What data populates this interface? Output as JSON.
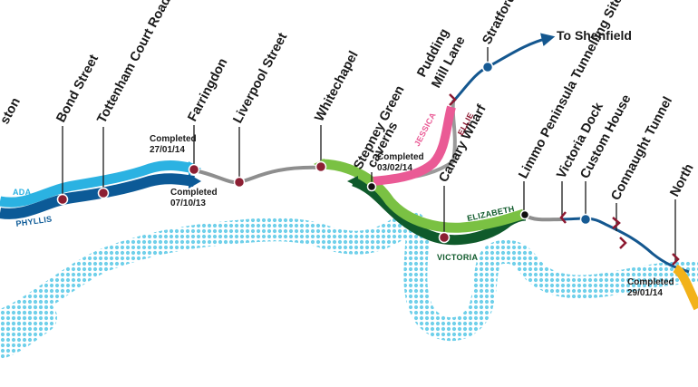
{
  "colors": {
    "river": "#6fd0ea",
    "ada": "#2bb2e2",
    "phyllis": "#0c5a97",
    "victoria": "#0f5a2b",
    "elizabeth": "#7ac143",
    "jessica": "#ea5a95",
    "ellie": "#8c1830",
    "route": "#8e8e8e",
    "branch": "#14578f",
    "north": "#f2b21a",
    "node": "#8c1f33",
    "node_blue": "#175b94"
  },
  "stations": {
    "ston": "ston",
    "bond_street": "Bond Street",
    "tottenham_court_road": "Tottenham Court Road",
    "farringdon": "Farringdon",
    "liverpool_street": "Liverpool Street",
    "whitechapel": "Whitechapel",
    "stepney_green": [
      "Stepney Green",
      "caverns"
    ],
    "pudding_mill_lane": [
      "Pudding",
      "Mill Lane"
    ],
    "stratford": "Stratford",
    "canary_wharf": "Canary Wharf",
    "limmo": "Limmo Peninsula Tunnelling Site",
    "victoria_dock": "Victoria Dock",
    "custom_house": "Custom House",
    "connaught_tunnel": "Connaught Tunnel",
    "north": "North"
  },
  "destination": "To Shenfield",
  "milestones": {
    "farringdon": [
      "Completed",
      "27/01/14"
    ],
    "phyllis_end": [
      "Completed",
      "07/10/13"
    ],
    "stepney": [
      "Completed",
      "03/02/14"
    ],
    "north": [
      "Completed",
      "29/01/14"
    ]
  },
  "tbms": {
    "ada": "ADA",
    "phyllis": "PHYLLIS",
    "jessica": "JESSICA",
    "ellie": "ELLIE",
    "elizabeth": "ELIZABETH",
    "victoria": "VICTORIA"
  }
}
